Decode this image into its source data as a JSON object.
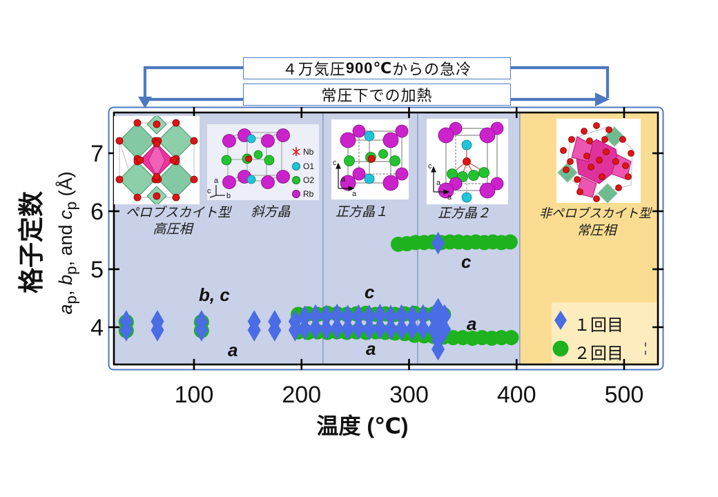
{
  "colors": {
    "accent": "#4d79c0",
    "region_high_pressure": "#c8d1e7",
    "region_ambient": "#fadd92",
    "legend_bg": "#fcecbe",
    "run1": "#4a6ce4",
    "run2": "#1eb21e",
    "frame": "#000000"
  },
  "annotation": {
    "quench_prefix": "４万気圧",
    "quench_bold": "900℃",
    "quench_suffix": "からの急冷",
    "heating": "常圧下での加熱"
  },
  "y_axis": {
    "title_jp": "格子定数",
    "title_latin_html": "<i>a</i><sub>p</sub>, <i>b</i><sub>p</sub>, and <i>c</i><sub>p</sub> (Å)",
    "title_latin_text": "ap, bp, and cp (Å)"
  },
  "x_axis": {
    "title": "温度 (℃)"
  },
  "phases": [
    {
      "line1": "ペロブスカイト型",
      "line2": "高圧相"
    },
    {
      "line1": "斜方晶"
    },
    {
      "line1": "正方晶１"
    },
    {
      "line1": "正方晶２"
    },
    {
      "line1": "非ペロブスカイト型",
      "line2": "常圧相"
    }
  ],
  "point_labels": {
    "orth_bc": "b, c",
    "orth_a": "a",
    "tet1_c": "c",
    "tet1_a": "a",
    "tet2_c": "c",
    "tet2_a": "a"
  },
  "legend": {
    "run1": "１回目",
    "run2": "２回目"
  },
  "crystal_figures": {
    "legend": {
      "nb": "Nb",
      "o1": "O1",
      "o2": "O2",
      "rb": "Rb"
    },
    "axis_letters": {
      "a": "a",
      "b": "b",
      "c": "c"
    }
  },
  "chart_data": {
    "type": "scatter",
    "title": "",
    "xlabel": "温度 (℃)",
    "ylabel": "格子定数 ap, bp, and cp (Å)",
    "xlim": [
      25,
      531
    ],
    "ylim": [
      3.36,
      7.7
    ],
    "x_ticks": [
      100,
      200,
      300,
      400,
      500
    ],
    "y_ticks": [
      4,
      5,
      6,
      7
    ],
    "grid": false,
    "legend_position": "lower right",
    "phase_boundaries_C": [
      220,
      308,
      403
    ],
    "series": [
      {
        "name": "１回目",
        "marker": "diamond",
        "color": "#4a6ce4",
        "points": [
          [
            37,
            4.1
          ],
          [
            37,
            3.95
          ],
          [
            66,
            4.1
          ],
          [
            66,
            3.95
          ],
          [
            107,
            4.1
          ],
          [
            107,
            3.95
          ],
          [
            156,
            4.1
          ],
          [
            156,
            3.95
          ],
          [
            175,
            4.1
          ],
          [
            175,
            3.95
          ],
          [
            194,
            4.1
          ],
          [
            194,
            3.95
          ],
          [
            203,
            4.18
          ],
          [
            213,
            4.2
          ],
          [
            223,
            4.19
          ],
          [
            233,
            4.21
          ],
          [
            243,
            4.19
          ],
          [
            253,
            4.2
          ],
          [
            263,
            4.19
          ],
          [
            273,
            4.21
          ],
          [
            283,
            4.19
          ],
          [
            293,
            4.2
          ],
          [
            303,
            4.19
          ],
          [
            313,
            4.2
          ],
          [
            323,
            4.19
          ],
          [
            333,
            4.2
          ],
          [
            203,
            3.97
          ],
          [
            213,
            3.98
          ],
          [
            223,
            3.97
          ],
          [
            233,
            3.98
          ],
          [
            243,
            3.97
          ],
          [
            253,
            3.98
          ],
          [
            263,
            3.97
          ],
          [
            273,
            3.98
          ],
          [
            283,
            3.97
          ],
          [
            293,
            3.97
          ],
          [
            303,
            3.97
          ],
          [
            313,
            3.97
          ],
          [
            323,
            3.96
          ],
          [
            333,
            3.96
          ],
          [
            327,
            5.45
          ],
          [
            327,
            4.31
          ],
          [
            327,
            4.13
          ],
          [
            327,
            3.95
          ],
          [
            327,
            3.77
          ],
          [
            327,
            3.62
          ]
        ]
      },
      {
        "name": "２回目",
        "marker": "circle",
        "color": "#1eb21e",
        "points": [
          [
            37,
            4.09
          ],
          [
            37,
            3.94
          ],
          [
            107,
            4.09
          ],
          [
            107,
            3.94
          ],
          [
            197,
            4.22
          ],
          [
            206,
            4.23
          ],
          [
            215,
            4.22
          ],
          [
            224,
            4.24
          ],
          [
            233,
            4.23
          ],
          [
            242,
            4.22
          ],
          [
            251,
            4.23
          ],
          [
            260,
            4.24
          ],
          [
            269,
            4.22
          ],
          [
            278,
            4.23
          ],
          [
            287,
            4.22
          ],
          [
            296,
            4.23
          ],
          [
            305,
            4.24
          ],
          [
            314,
            4.22
          ],
          [
            323,
            4.23
          ],
          [
            332,
            4.22
          ],
          [
            197,
            3.92
          ],
          [
            206,
            3.91
          ],
          [
            215,
            3.92
          ],
          [
            224,
            3.91
          ],
          [
            233,
            3.92
          ],
          [
            242,
            3.91
          ],
          [
            251,
            3.92
          ],
          [
            260,
            3.91
          ],
          [
            269,
            3.92
          ],
          [
            278,
            3.91
          ],
          [
            287,
            3.9
          ],
          [
            296,
            3.89
          ],
          [
            305,
            3.86
          ],
          [
            314,
            3.85
          ],
          [
            323,
            3.84
          ],
          [
            332,
            3.83
          ],
          [
            341,
            3.82
          ],
          [
            350,
            3.82
          ],
          [
            359,
            3.81
          ],
          [
            368,
            3.82
          ],
          [
            377,
            3.81
          ],
          [
            386,
            3.82
          ],
          [
            395,
            3.82
          ],
          [
            290,
            5.43
          ],
          [
            298,
            5.44
          ],
          [
            306,
            5.46
          ],
          [
            314,
            5.46
          ],
          [
            322,
            5.47
          ],
          [
            330,
            5.46
          ],
          [
            338,
            5.47
          ],
          [
            346,
            5.47
          ],
          [
            354,
            5.46
          ],
          [
            362,
            5.47
          ],
          [
            370,
            5.46
          ],
          [
            378,
            5.47
          ],
          [
            386,
            5.46
          ],
          [
            394,
            5.47
          ]
        ]
      }
    ]
  }
}
